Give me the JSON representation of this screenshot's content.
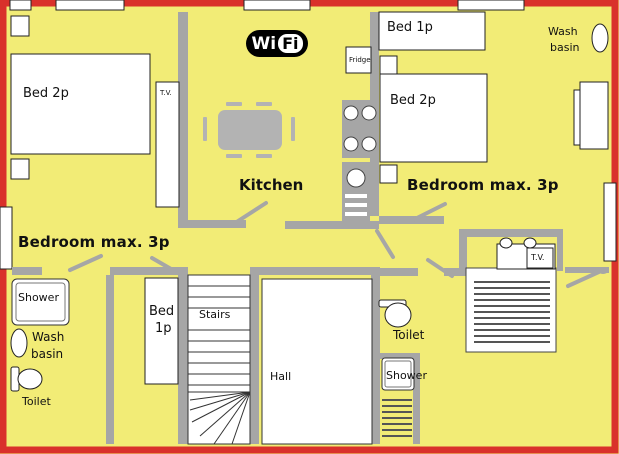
{
  "labels": {
    "bed_2p_left": "Bed 2p",
    "tv_left": "T.V.",
    "wifi_wi": "Wi",
    "wifi_fi": "Fi",
    "kitchen": "Kitchen",
    "fridge": "Fridge",
    "bed_1p_top": "Bed 1p",
    "bed_2p_right": "Bed 2p",
    "wash_basin_top_1": "Wash",
    "wash_basin_top_2": "basin",
    "bedroom_right": "Bedroom max. 3p",
    "bedroom_left": "Bedroom max. 3p",
    "shower_left": "Shower",
    "wash_basin_left_1": "Wash",
    "wash_basin_left_2": "basin",
    "toilet_left": "Toilet",
    "bed_1p_mid_1": "Bed",
    "bed_1p_mid_2": "1p",
    "stairs": "Stairs",
    "hall": "Hall",
    "toilet_right": "Toilet",
    "shower_right": "Shower",
    "tv_right": "T.V."
  },
  "colors": {
    "floor": "#f2ec76",
    "outer_wall": "#d9312b",
    "inner_wall": "#a6a6a6",
    "furniture": "#ffffff",
    "outline": "#222222",
    "table": "#b3b3b3",
    "stairs_bg": "#ffffff"
  }
}
